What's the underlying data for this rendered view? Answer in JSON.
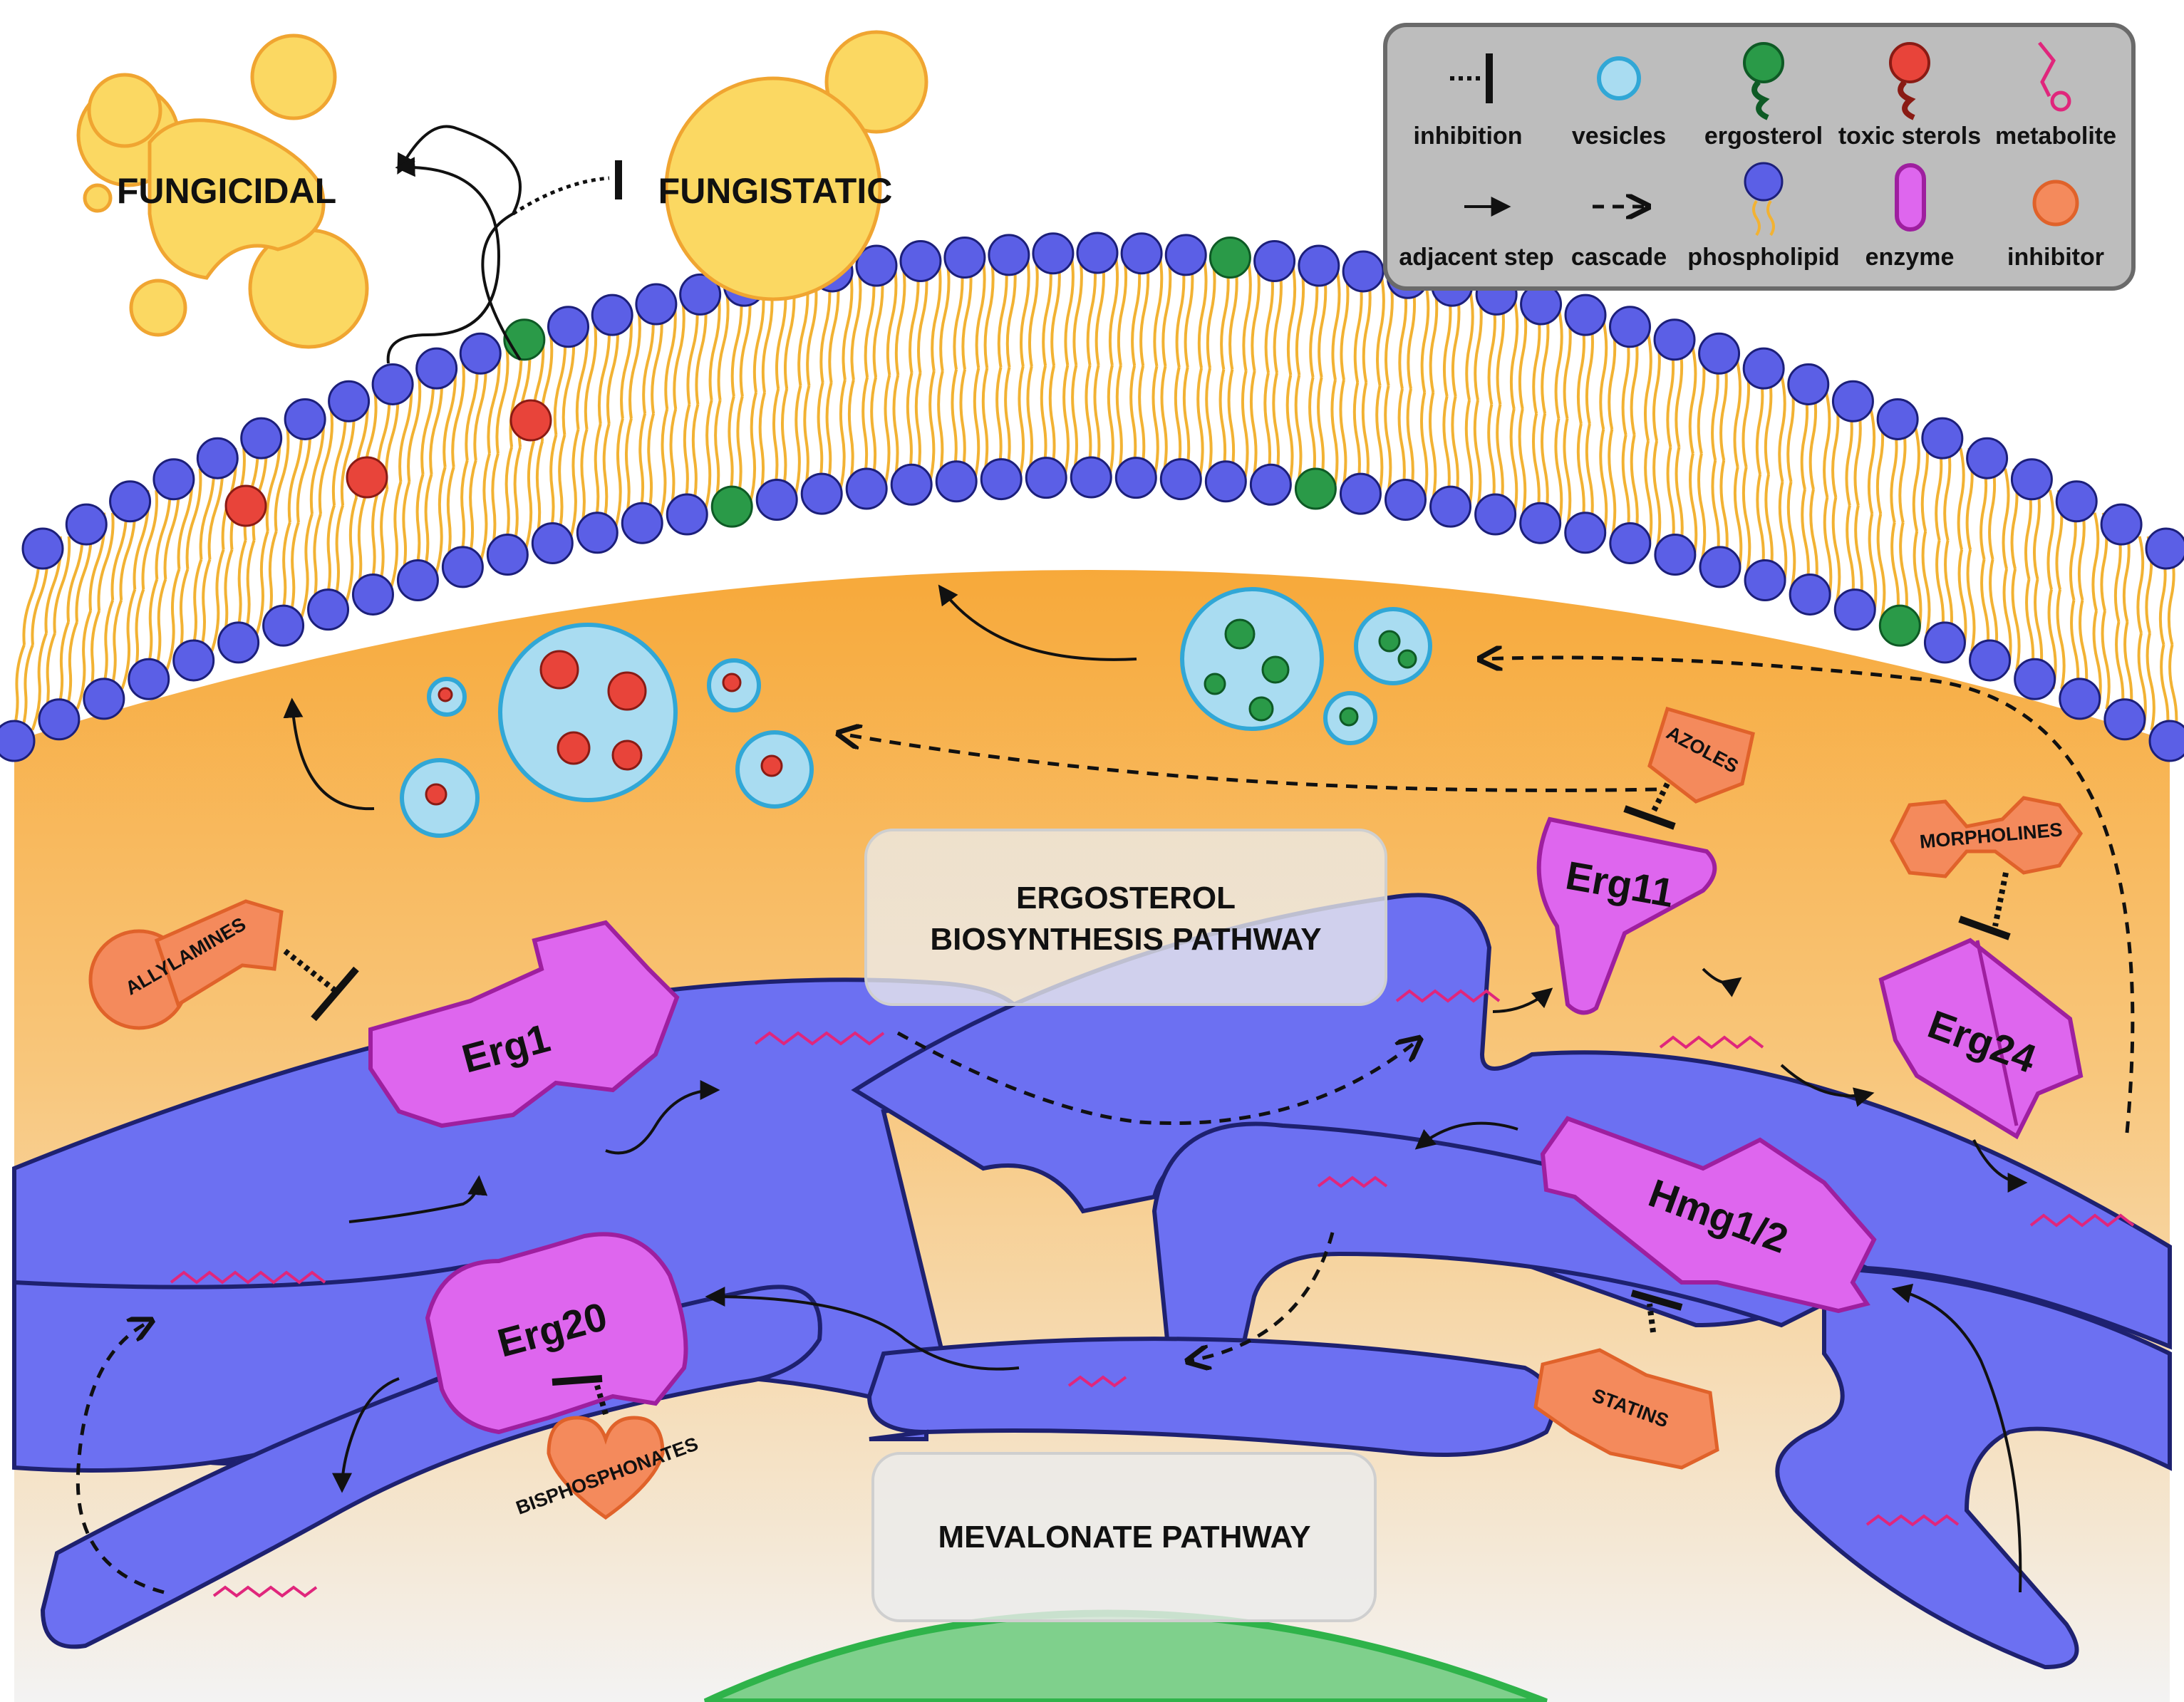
{
  "cell_states": {
    "fungicidal": "FUNGICIDAL",
    "fungistatic": "FUNGISTATIC"
  },
  "legend": {
    "inhibition": "inhibition",
    "vesicles": "vesicles",
    "ergosterol": "ergosterol",
    "toxic_sterols": "toxic sterols",
    "metabolite": "metabolite",
    "adjacent_step": "adjacent step",
    "cascade": "cascade",
    "phospholipid": "phospholipid",
    "enzyme": "enzyme",
    "inhibitor": "inhibitor"
  },
  "pathways": {
    "ergosterol_line1": "ERGOSTEROL",
    "ergosterol_line2": "BIOSYNTHESIS PATHWAY",
    "mevalonate": "MEVALONATE PATHWAY"
  },
  "enzymes": {
    "erg1": "Erg1",
    "erg20": "Erg20",
    "erg11": "Erg11",
    "erg24": "Erg24",
    "hmg": "Hmg1/2"
  },
  "inhibitors": {
    "allylamines": "ALLYLAMINES",
    "azoles": "AZOLES",
    "morpholines": "MORPHOLINES",
    "statins": "STATINS",
    "bisphosphonates": "BISPHOSPHONATES"
  },
  "colors": {
    "cytoplasm_top": "#f7a93a",
    "cytoplasm_bottom": "#f3f3f3",
    "phospholipid": "#5b5fe6",
    "lipid_tail": "#f2b233",
    "ergosterol": "#2a9a48",
    "toxic_sterol": "#e8443a",
    "vesicle": "#a9dcf1",
    "enzyme": "#de66ee",
    "inhibitor": "#f48a5c",
    "er": "#6c70f2",
    "metabolite": "#e0267c",
    "yeast": "#fbd862",
    "nucleus": "#7fd08c"
  }
}
